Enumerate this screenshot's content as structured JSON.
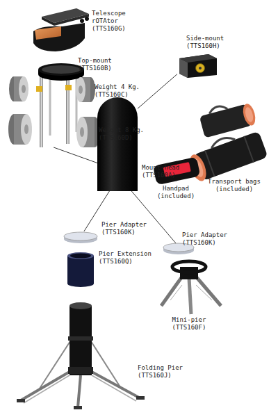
{
  "diagram": {
    "nodes": [
      {
        "text": [
          "Telescope rOTAtor (TTS160G)"
        ]
      },
      {
        "text": [
          "Top-mount (TTS160B)"
        ]
      },
      {
        "text": [
          "Weight 4 Kg. (TTS160C)"
        ]
      },
      {
        "text": [
          "Weight 8 Kg. (TTS160D)"
        ]
      },
      {
        "text": [
          "Side-mount (TTS160H)"
        ]
      },
      {
        "text": [
          "Mount-head (TTS160A)"
        ]
      },
      {
        "text": [
          "Transport bags (included)"
        ]
      },
      {
        "text": [
          "Handpad (included)"
        ]
      },
      {
        "text": [
          "Pier Adapter (TTS160K)"
        ]
      },
      {
        "text": [
          "Pier Adapter (TTS160K)"
        ]
      },
      {
        "text": [
          "Pier Extension (TTS160Q)"
        ]
      },
      {
        "text": [
          "Mini-pier (TTS160F)"
        ]
      },
      {
        "text": [
          "Folding Pier (TTS160J)"
        ]
      }
    ],
    "edges": [
      {
        "from": 1,
        "to": 5,
        "arrow": "none"
      },
      {
        "from": 5,
        "to": 4,
        "arrow": "none"
      },
      {
        "from": 5,
        "to": 8,
        "arrow": "none"
      },
      {
        "from": 5,
        "to": 9,
        "arrow": "none"
      }
    ]
  }
}
